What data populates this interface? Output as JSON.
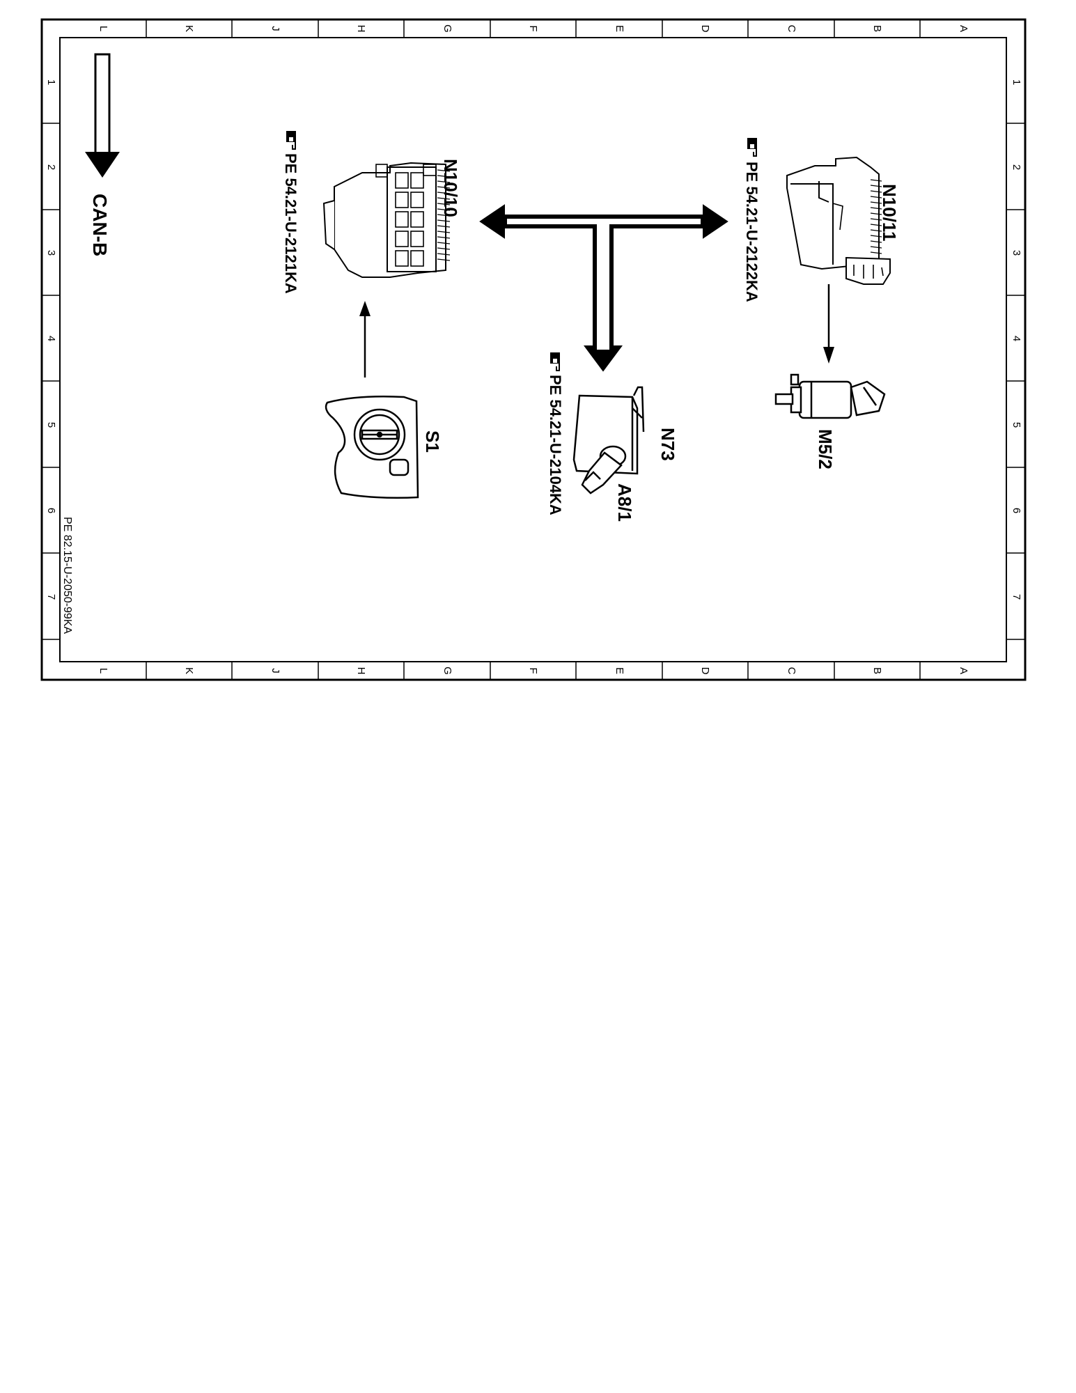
{
  "grid": {
    "columns": [
      "L",
      "K",
      "J",
      "H",
      "G",
      "F",
      "E",
      "D",
      "C",
      "B",
      "A"
    ],
    "rows": [
      "1",
      "2",
      "3",
      "4",
      "5",
      "6",
      "7"
    ]
  },
  "bus_label": "CAN-B",
  "components": {
    "n10_10": {
      "label": "N10/10",
      "ref": "PE 54.21-U-2121KA"
    },
    "n10_11": {
      "label": "N10/11",
      "ref": "PE 54.21-U-2122KA"
    },
    "n73": {
      "label": "N73",
      "ref": "PE 54.21-U-2104KA"
    },
    "a8_1": {
      "label": "A8/1"
    },
    "s1": {
      "label": "S1"
    },
    "m5_2": {
      "label": "M5/2"
    }
  },
  "document_code": "PE 82.15-U-2050-99KA"
}
